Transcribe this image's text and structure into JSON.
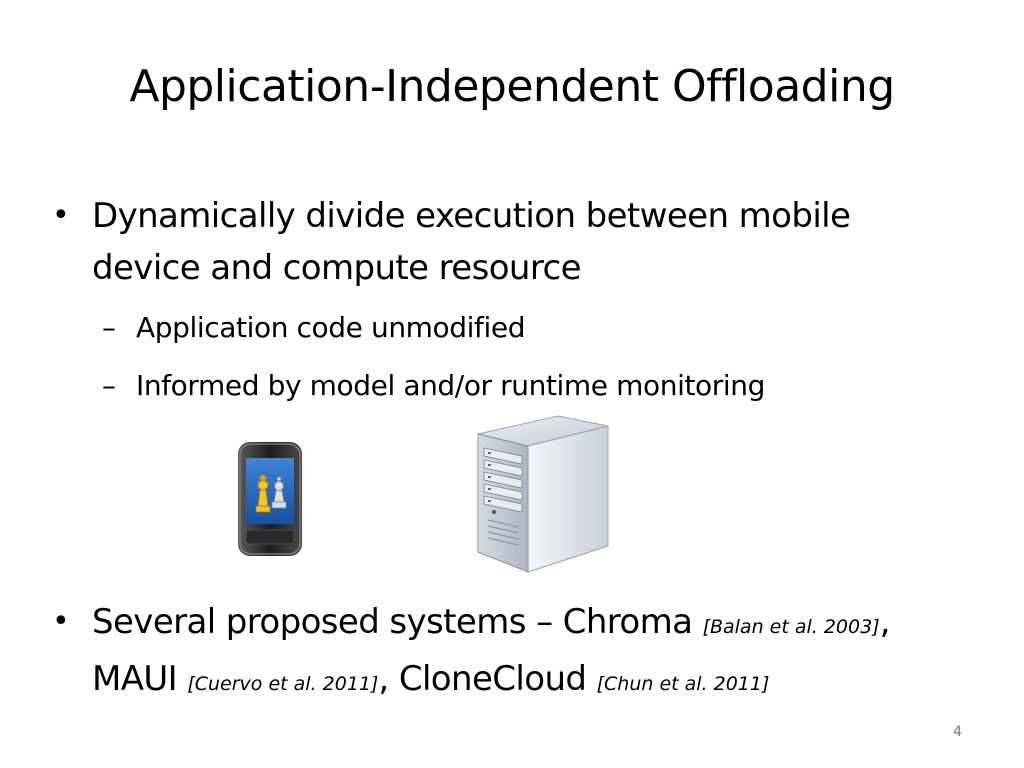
{
  "slide": {
    "title": "Application-Independent Offloading",
    "page_number": "4",
    "bullets": [
      {
        "marker": "•",
        "line1": "Dynamically divide execution between mobile",
        "line2": "device and compute resource",
        "subbullets": [
          {
            "marker": "–",
            "text": "Application code unmodified"
          },
          {
            "marker": "–",
            "text": "Informed by model and/or runtime monitoring"
          }
        ]
      },
      {
        "marker": "•",
        "systems_prefix": "Several proposed systems – Chroma ",
        "cite1": "[Balan et al. 2003]",
        "sep1": ",",
        "maui": "MAUI ",
        "cite2": "[Cuervo et al. 2011]",
        "sep2": ", CloneCloud ",
        "cite3": "[Chun et al. 2011]"
      }
    ]
  },
  "images": {
    "phone": {
      "icon": "mobile-phone-chess-icon"
    },
    "server": {
      "icon": "server-tower-icon"
    }
  }
}
